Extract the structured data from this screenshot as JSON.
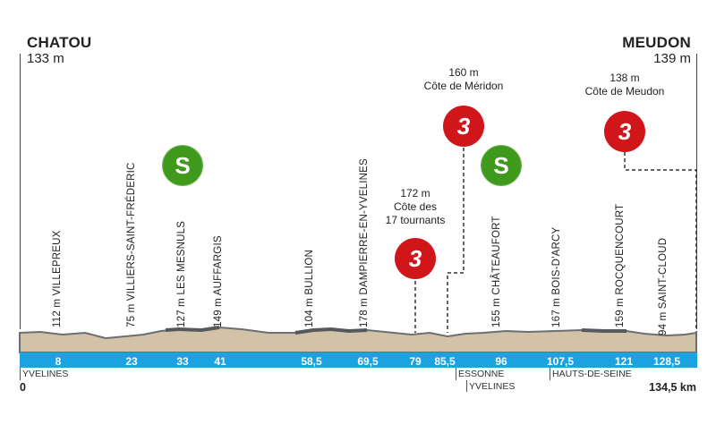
{
  "start": {
    "name": "CHATOU",
    "altitude": "133 m"
  },
  "finish": {
    "name": "MEUDON",
    "altitude": "139 m"
  },
  "waypoints": [
    {
      "altitude": "112 m",
      "name": "VILLEPREUX",
      "km": "8"
    },
    {
      "altitude": "75 m",
      "name": "VILLIERS-SAINT-FRÉDERIC",
      "km": "23"
    },
    {
      "altitude": "127 m",
      "name": "LES MESNULS",
      "km": "33"
    },
    {
      "altitude": "149 m",
      "name": "AUFFARGIS",
      "km": "41"
    },
    {
      "altitude": "104 m",
      "name": "BULLION",
      "km": "58,5"
    },
    {
      "altitude": "178 m",
      "name": "DAMPIERRE-EN-YVELINES",
      "km": "69,5"
    },
    {
      "altitude": "155 m",
      "name": "CHÂTEAUFORT",
      "km": "96"
    },
    {
      "altitude": "167 m",
      "name": "BOIS-D'ARCY",
      "km": "107,5"
    },
    {
      "altitude": "159 m",
      "name": "ROCQUENCOURT",
      "km": "121"
    },
    {
      "altitude": "94 m",
      "name": "SAINT-CLOUD",
      "km": "128,5"
    }
  ],
  "climb_kms": [
    "79",
    "85,5"
  ],
  "sprints": [
    {
      "label": "S",
      "color": "#3f9a1c"
    },
    {
      "label": "S",
      "color": "#3f9a1c"
    }
  ],
  "climbs": [
    {
      "altitude": "172 m",
      "line1": "Côte des",
      "line2": "17 tournants",
      "category": "3",
      "color": "#d0151b"
    },
    {
      "altitude": "160 m",
      "line1": "Côte de Méridon",
      "line2": "",
      "category": "3",
      "color": "#d0151b"
    },
    {
      "altitude": "138 m",
      "line1": "Côte de Meudon",
      "line2": "",
      "category": "3",
      "color": "#d0151b"
    }
  ],
  "departments": [
    "YVELINES",
    "ESSONNE",
    "YVELINES",
    "HAUTS-DE-SEINE"
  ],
  "distance_start": "0",
  "distance_total": "134,5 km",
  "colors": {
    "km_bar": "#1aa3e0",
    "profile": "#d2c3a8",
    "profile_top": "#6b6f73"
  }
}
